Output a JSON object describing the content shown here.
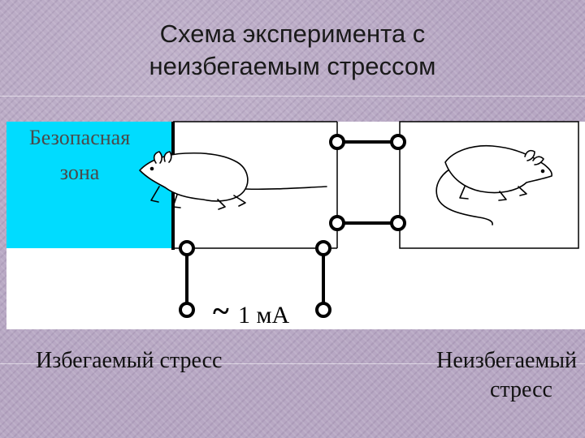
{
  "title": {
    "line1": "Схема эксперимента с",
    "line2": "неизбегаемым стрессом"
  },
  "diagram": {
    "safe_zone_line1": "Безопасная",
    "safe_zone_line2": "зона",
    "current_label": "1 мА",
    "ac_symbol": "~",
    "safe_zone_color": "#00dcff",
    "safe_zone_text_color": "#4a4a4a"
  },
  "captions": {
    "avoidable": "Избегаемый стресс",
    "inescapable_line1": "Неизбегаемый",
    "inescapable_line2": "стресс"
  }
}
